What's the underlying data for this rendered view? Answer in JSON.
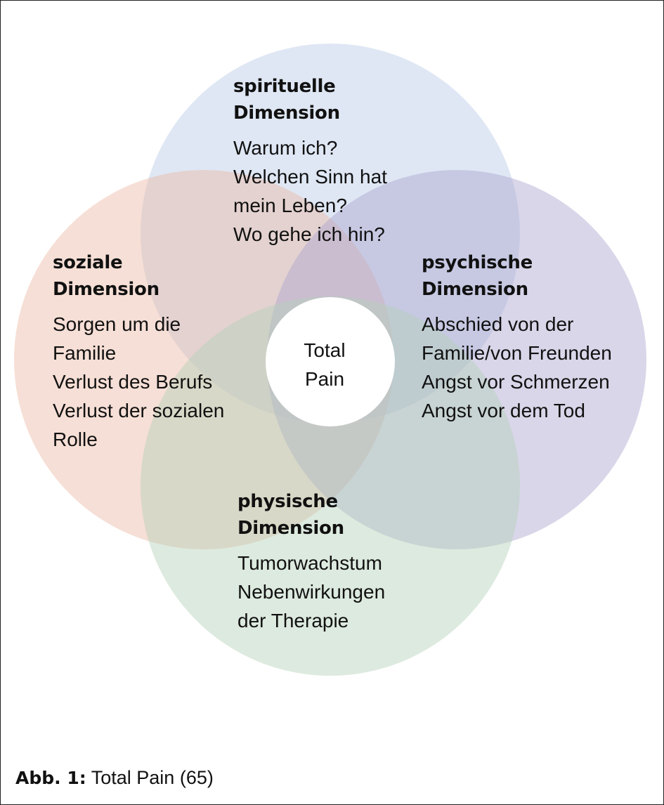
{
  "diagram": {
    "center_lines": [
      "Total",
      "Pain"
    ],
    "dimensions": [
      {
        "key": "spiritual",
        "heading": [
          "spirituelle",
          "Dimension"
        ],
        "lines": [
          "Warum ich?",
          "Welchen Sinn hat",
          "mein Leben?",
          "Wo gehe ich hin?"
        ],
        "color": "#b7c9e6"
      },
      {
        "key": "social",
        "heading": [
          "soziale",
          "Dimension"
        ],
        "lines": [
          "Sorgen um die",
          "Familie",
          "Verlust des Berufs",
          "Verlust der sozialen",
          "Rolle"
        ],
        "color": "#eab9a3"
      },
      {
        "key": "psychic",
        "heading": [
          "psychische",
          "Dimension"
        ],
        "lines": [
          "Abschied von der",
          "Familie/von Freunden",
          "Angst vor Schmerzen",
          "Angst vor dem Tod"
        ],
        "color": "#aaa4cf"
      },
      {
        "key": "physical",
        "heading": [
          "physische",
          "Dimension"
        ],
        "lines": [
          "Tumorwachstum",
          "Nebenwirkungen",
          "der Therapie"
        ],
        "color": "#b3d1b8"
      }
    ]
  },
  "caption": {
    "prefix": "Abb. 1:",
    "text": " Total Pain (65)"
  }
}
